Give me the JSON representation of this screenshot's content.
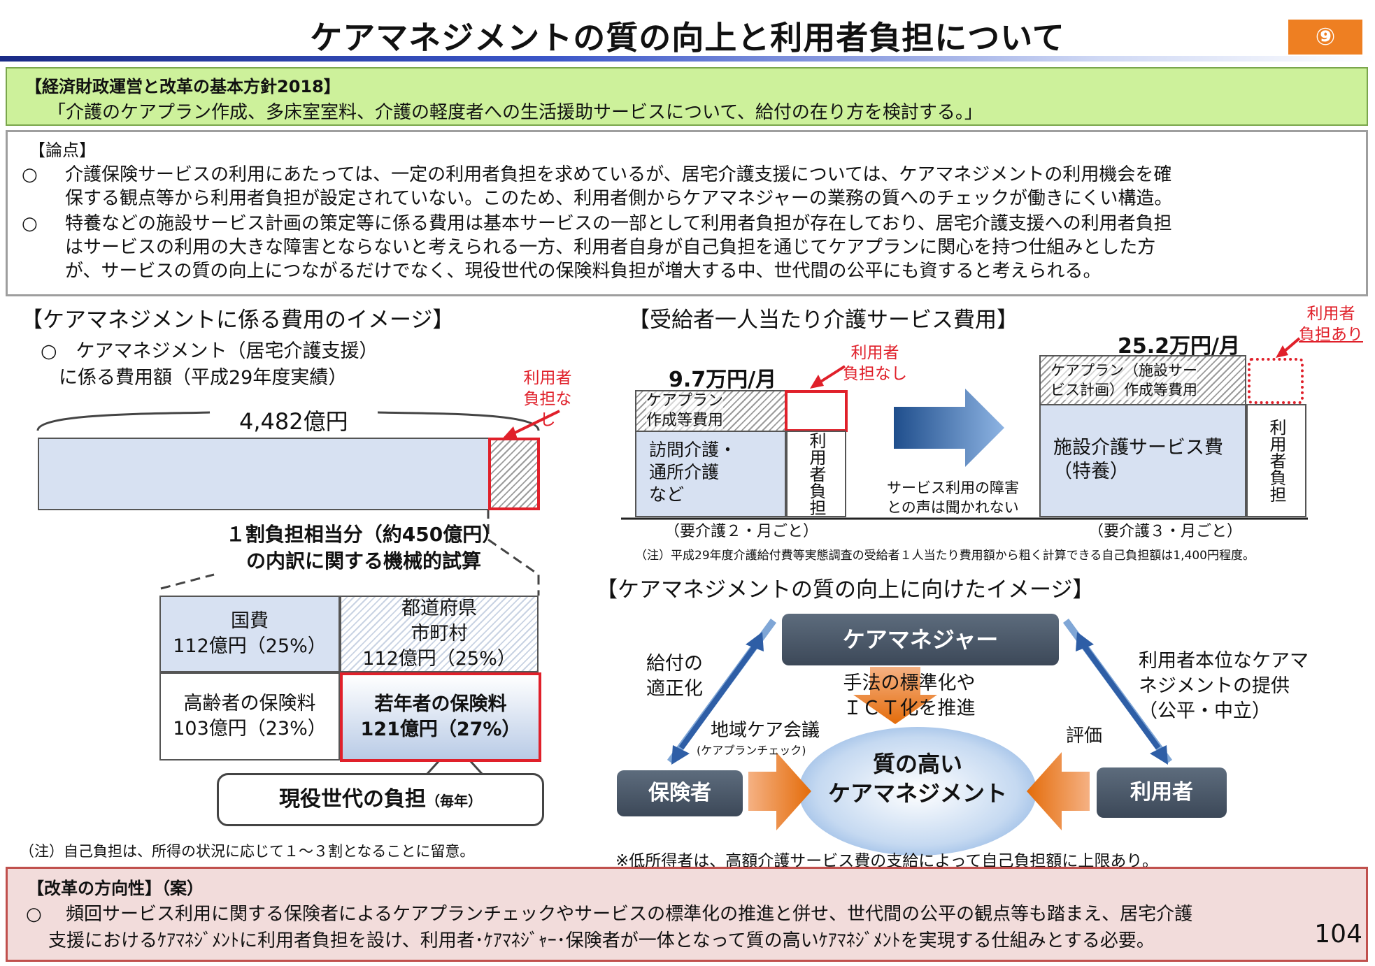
{
  "header": {
    "title": "ケアマネジメントの質の向上と利用者負担について",
    "badge": "⑨",
    "page_number": "104"
  },
  "policy": {
    "heading": "【経済財政運営と改革の基本方針2018】",
    "text": "「介護のケアプラン作成、多床室室料、介護の軽度者への生活援助サービスについて、給付の在り方を検討する。」"
  },
  "points": {
    "heading": "【論点】",
    "bullet": "○",
    "p1_l1": "介護保険サービスの利用にあたっては、一定の利用者負担を求めているが、居宅介護支援については、ケアマネジメントの利用機会を確",
    "p1_l2": "保する観点等から利用者負担が設定されていない。このため、利用者側からケアマネジャーの業務の質へのチェックが働きにくい構造。",
    "p2_l1": "特養などの施設サービス計画の策定等に係る費用は基本サービスの一部として利用者負担が存在しており、居宅介護支援への利用者負担",
    "p2_l2": "はサービスの利用の大きな障害とならないと考えられる一方、利用者自身が自己負担を通じてケアプランに関心を持つ仕組みとした方",
    "p2_l3": "が、サービスの質の向上につながるだけでなく、現役世代の保険料負担が増大する中、世代間の公平にも資すると考えられる。"
  },
  "cost_image": {
    "heading": "【ケアマネジメントに係る費用のイメージ】",
    "sub_l1": "○　ケアマネジメント（居宅介護支援）",
    "sub_l2": "に係る費用額（平成29年度実績）",
    "total": "4,482億円",
    "no_burden_l1": "利用者",
    "no_burden_l2": "負担なし",
    "estimate_l1": "１割負担相当分（約450億円）",
    "estimate_l2": "の内訳に関する機械的試算",
    "national_l1": "国費",
    "national_l2": "112億円（25%）",
    "local_l1": "都道府県",
    "local_l2": "市町村",
    "local_l3": "112億円（25%）",
    "elderly_l1": "高齢者の保険料",
    "elderly_l2": "103億円（23%）",
    "young_l1": "若年者の保険料",
    "young_l2": "121億円（27%）",
    "callout_main": "現役世代の負担",
    "callout_sub": "（毎年）",
    "note": "（注）自己負担は、所得の状況に応じて１～３割となることに留意。"
  },
  "per_user": {
    "heading": "【受給者一人当たり介護サービス費用】",
    "left_amount": "9.7万円/月",
    "left_no_burden_l1": "利用者",
    "left_no_burden_l2": "負担なし",
    "left_careplan_l1": "ケアプラン",
    "left_careplan_l2": "作成等費用",
    "left_service_l1": "訪問介護・",
    "left_service_l2": "通所介護",
    "left_service_l3": "など",
    "user_burden_v": "利用者負担",
    "left_caption": "（要介護２・月ごと）",
    "arrow_note_l1": "サービス利用の障害",
    "arrow_note_l2": "との声は聞かれない",
    "right_amount": "25.2万円/月",
    "right_burden_l1": "利用者",
    "right_burden_l2": "負担あり",
    "right_careplan_l1": "ケアプラン（施設サー",
    "right_careplan_l2": "ビス計画）作成等費用",
    "right_service_l1": "施設介護サービス費",
    "right_service_l2": "（特養）",
    "right_caption": "（要介護３・月ごと）",
    "note": "（注）平成29年度介護給付費等実態調査の受給者１人当たり費用額から粗く計算できる自己負担額は1,400円程度。"
  },
  "quality": {
    "heading": "【ケアマネジメントの質の向上に向けたイメージ】",
    "care_manager": "ケアマネジャー",
    "insurer": "保険者",
    "user": "利用者",
    "center_l1": "質の高い",
    "center_l2": "ケアマネジメント",
    "left_label_l1": "給付の",
    "left_label_l2": "適正化",
    "right_label_l1": "利用者本位なケアマ",
    "right_label_l2": "ネジメントの提供",
    "right_label_l3": "（公平・中立）",
    "down_label_l1": "手法の標準化や",
    "down_label_l2": "ＩＣＴ化を推進",
    "meeting": "地域ケア会議",
    "meeting_sub": "(ケアプランチェック)",
    "evaluation": "評価",
    "note": "※低所得者は、高額介護サービス費の支給によって自己負担額に上限あり。"
  },
  "reform": {
    "heading": "【改革の方向性】（案）",
    "l1": "○　 頻回サービス利用に関する保険者によるケアプランチェックやサービスの標準化の推進と併せ、世代間の公平の観点等も踏まえ、居宅介護",
    "l2": "支援におけるｹｱﾏﾈｼﾞﾒﾝﾄに利用者負担を設け、利用者･ｹｱﾏﾈｼﾞｬｰ･保険者が一体となって質の高いｹｱﾏﾈｼﾞﾒﾝﾄを実現する仕組みとする必要。"
  },
  "colors": {
    "accent_orange": "#ee7f22",
    "policy_green": "#cdf19b",
    "reform_pink": "#f2dcdb",
    "highlight_red": "#e0202a",
    "cell_blue": "#d7e1f2"
  }
}
